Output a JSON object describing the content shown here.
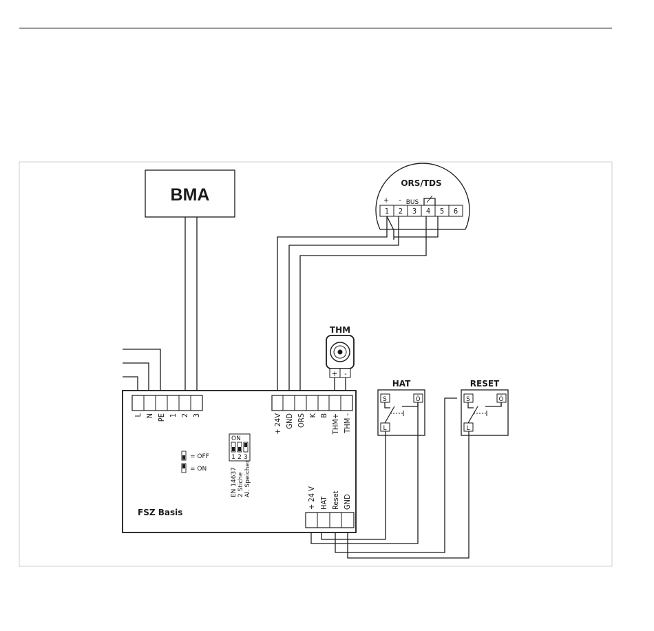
{
  "bma": {
    "label": "BMA"
  },
  "ors_tds": {
    "title": "ORS/TDS",
    "plus": "+",
    "minus": "-",
    "bus": "BUS",
    "terminals": [
      "1",
      "2",
      "3",
      "4",
      "5",
      "6"
    ]
  },
  "thm": {
    "title": "THM",
    "plus": "+",
    "minus": "-"
  },
  "hat": {
    "title": "HAT",
    "s": "S",
    "o": "Ö",
    "l": "L"
  },
  "reset": {
    "title": "RESET",
    "s": "S",
    "o": "Ö",
    "l": "L"
  },
  "fsz": {
    "title": "FSZ Basis",
    "left_terminals": [
      "L",
      "N",
      "PE",
      "1",
      "2",
      "3"
    ],
    "right_terminals": [
      "+ 24V",
      "GND",
      "ORS",
      "K",
      "B",
      "THM+",
      "THM -"
    ],
    "bottom_terminals": [
      "+ 24 V",
      "HAT",
      "Reset",
      "GND"
    ],
    "dip_on": "ON",
    "dip_numbers": [
      "1",
      "2",
      "3"
    ],
    "dip_text": [
      "EN 14637",
      "2 Stiche",
      "Al. Speicher"
    ],
    "legend_off": "= OFF",
    "legend_on": "= ON"
  }
}
